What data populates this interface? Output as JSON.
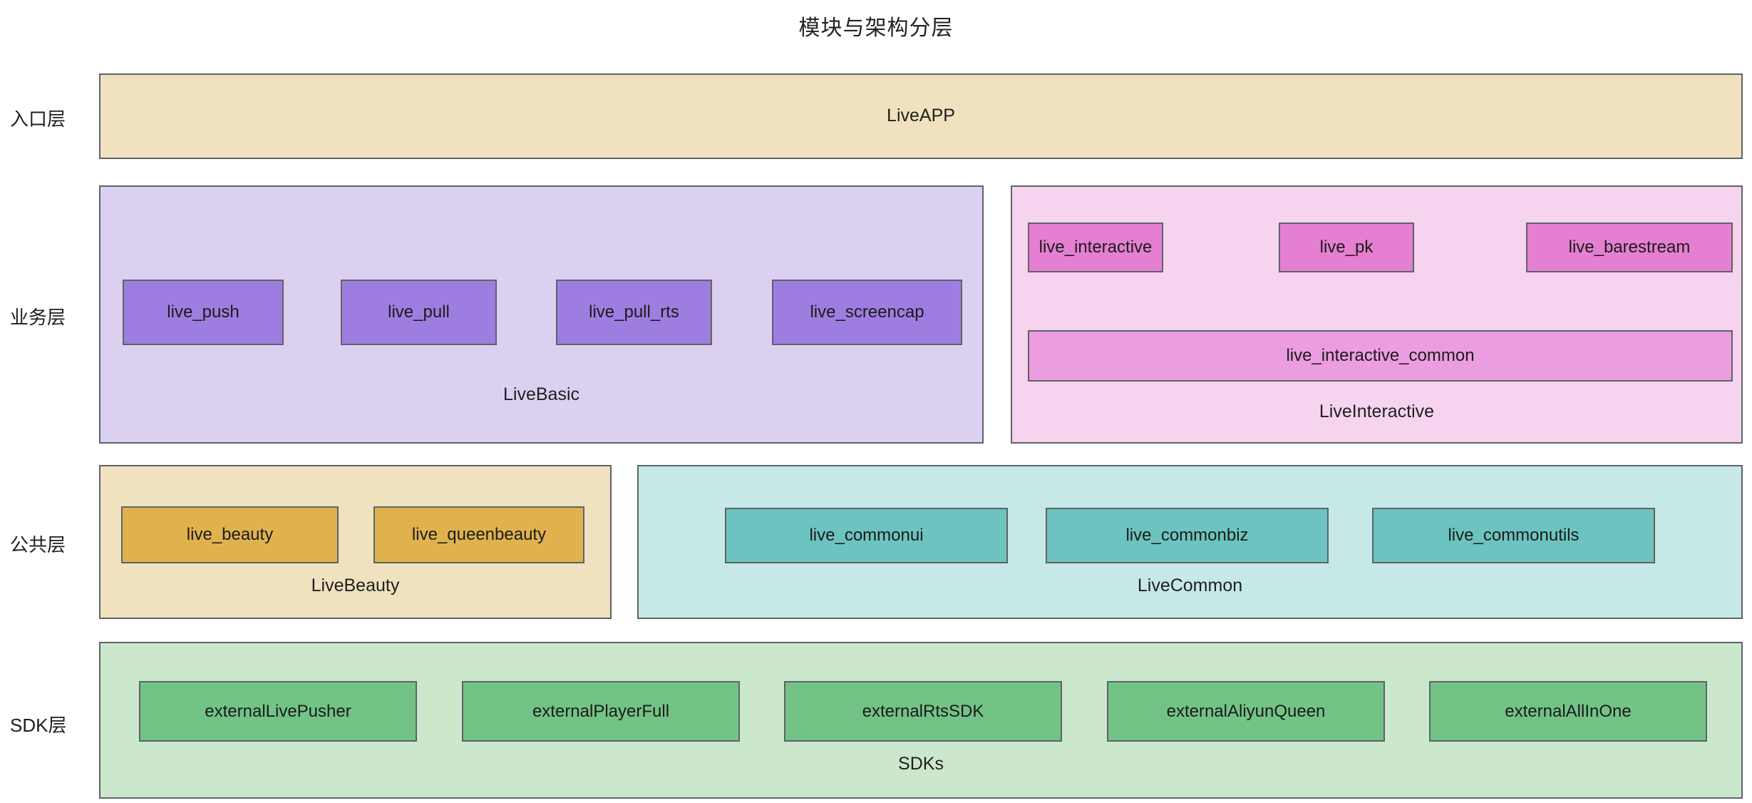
{
  "title": "模块与架构分层",
  "layers": [
    {
      "id": "entry",
      "label": "入口层"
    },
    {
      "id": "business",
      "label": "业务层"
    },
    {
      "id": "common",
      "label": "公共层"
    },
    {
      "id": "sdk",
      "label": "SDK层"
    }
  ],
  "groups": {
    "liveapp": {
      "caption": "LiveAPP"
    },
    "livebasic": {
      "caption": "LiveBasic"
    },
    "liveinter": {
      "caption": "LiveInteractive"
    },
    "livebeauty": {
      "caption": "LiveBeauty"
    },
    "livecommon": {
      "caption": "LiveCommon"
    },
    "sdks": {
      "caption": "SDKs"
    }
  },
  "nodes": {
    "livebasic": [
      {
        "label": "live_push"
      },
      {
        "label": "live_pull"
      },
      {
        "label": "live_pull_rts"
      },
      {
        "label": "live_screencap"
      }
    ],
    "liveinteractive_top": [
      {
        "label": "live_interactive"
      },
      {
        "label": "live_pk"
      },
      {
        "label": "live_barestream"
      }
    ],
    "liveinteractive_bottom": [
      {
        "label": "live_interactive_common"
      }
    ],
    "livebeauty": [
      {
        "label": "live_beauty"
      },
      {
        "label": "live_queenbeauty"
      }
    ],
    "livecommon": [
      {
        "label": "live_commonui"
      },
      {
        "label": "live_commonbiz"
      },
      {
        "label": "live_commonutils"
      }
    ],
    "sdks": [
      {
        "label": "externalLivePusher"
      },
      {
        "label": "externalPlayerFull"
      },
      {
        "label": "externalRtsSDK"
      },
      {
        "label": "externalAliyunQueen"
      },
      {
        "label": "externalAllInOne"
      }
    ]
  },
  "colors": {
    "entry_fill": "#f0e2bf",
    "basic_fill": "#dcd0f0",
    "basic_node": "#9d7ee0",
    "interactive_fill": "#f6d3ef",
    "interactive_node": "#e57fd1",
    "interactive_node_wide": "#eb9ddf",
    "beauty_fill": "#f0e2bf",
    "beauty_node": "#e0b24e",
    "common_fill": "#c6e8e6",
    "common_node": "#6dc3bf",
    "sdk_fill": "#cbe8cd",
    "sdk_node": "#73c387",
    "border": "#5f6368",
    "background": "#ffffff",
    "text": "#1b1b1b"
  }
}
